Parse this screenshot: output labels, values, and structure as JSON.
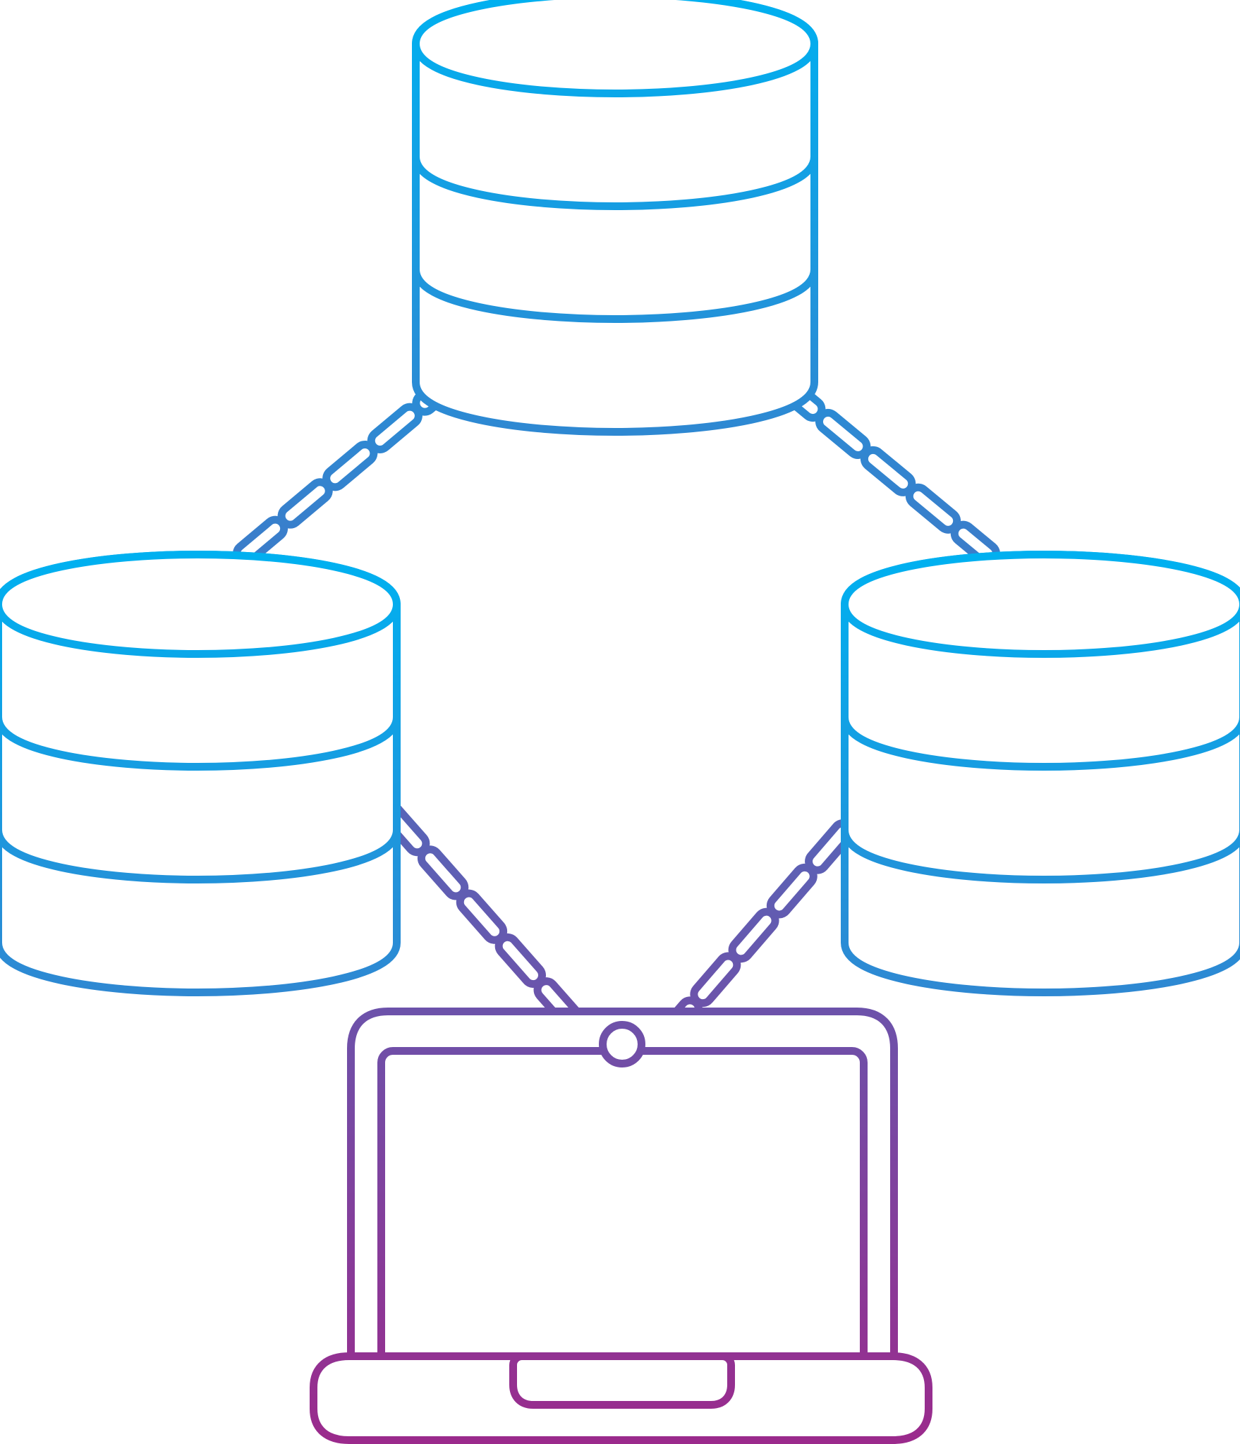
{
  "colors": {
    "gradient_top": "#00b0f0",
    "gradient_bottom": "#9b2a8c",
    "background": "#ffffff"
  },
  "nodes": [
    {
      "id": "server-top",
      "icon": "database-icon"
    },
    {
      "id": "server-left",
      "icon": "database-icon"
    },
    {
      "id": "server-right",
      "icon": "database-icon"
    },
    {
      "id": "client",
      "icon": "laptop-icon"
    }
  ],
  "links": [
    {
      "from": "server-top",
      "to": "server-left",
      "style": "dashed"
    },
    {
      "from": "server-top",
      "to": "server-right",
      "style": "dashed"
    },
    {
      "from": "server-left",
      "to": "client",
      "style": "dashed"
    },
    {
      "from": "server-right",
      "to": "client",
      "style": "dashed"
    }
  ]
}
